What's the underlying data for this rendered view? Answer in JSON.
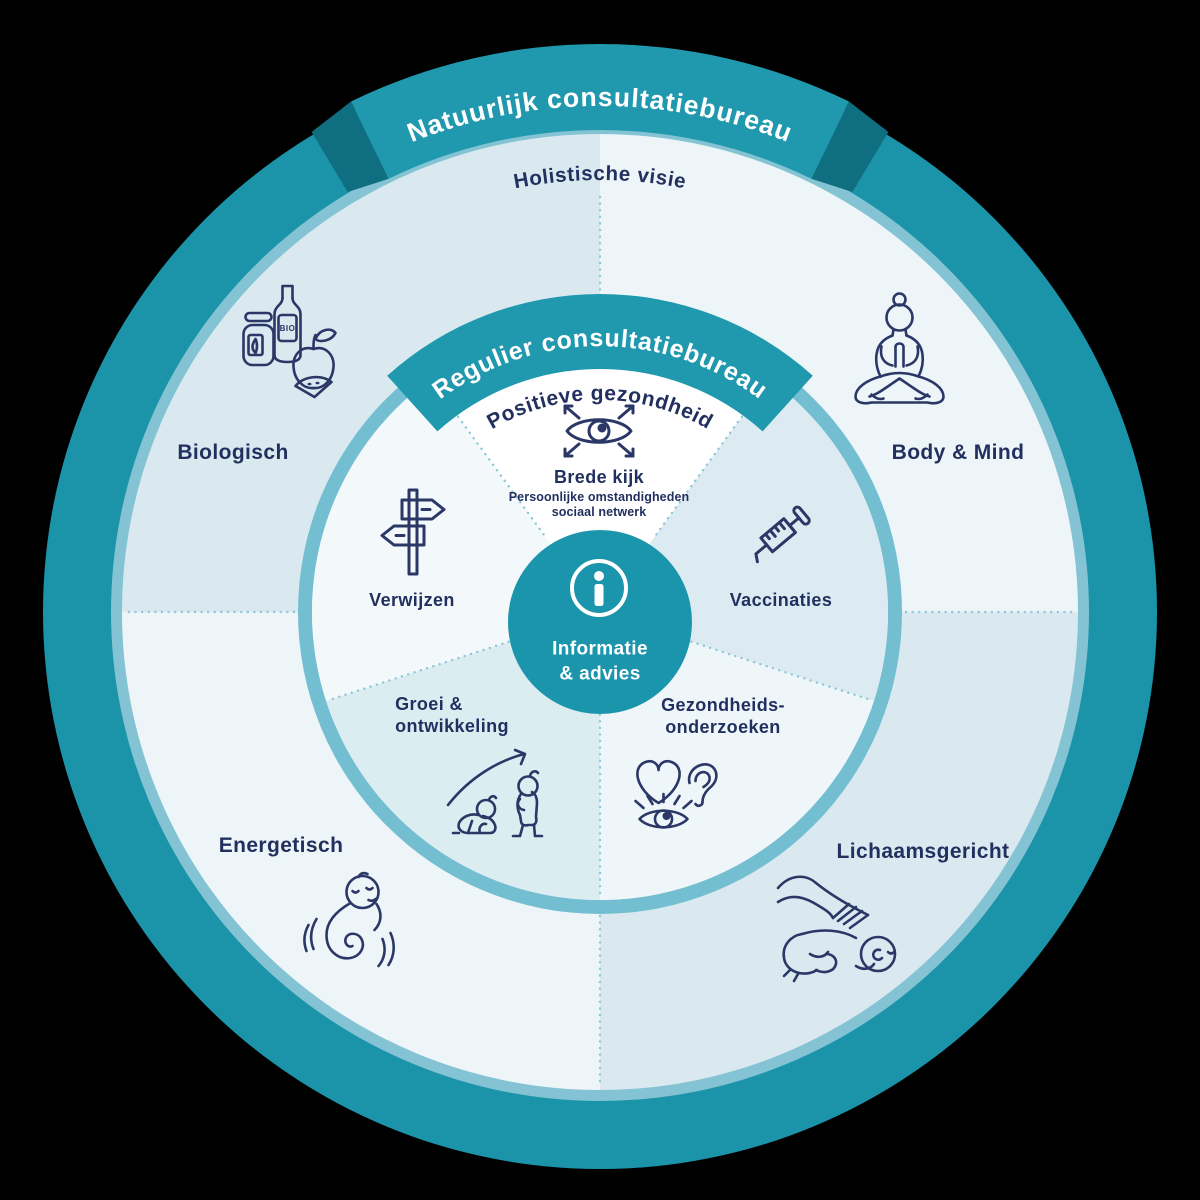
{
  "colors": {
    "teal": "#1b93a9",
    "ribbon_teal": "#2098ae",
    "ribbon_fold": "#0f6f80",
    "ring_light": "#83c3d3",
    "inner_border": "#74bed1",
    "quad_dark": "#d9e9ef",
    "quad_light": "#edf5f8",
    "wedge_white": "#ffffff",
    "wedge_light": "#f3f9fb",
    "wedge_blue": "#dcebf1",
    "navy_text": "#22305f",
    "dots": "#8fc8d8",
    "banner_text": "#ffffff"
  },
  "outer_ring": {
    "banner": "Natuurlijk consultatiebureau",
    "subtitle": "Holistische visie",
    "sections": [
      {
        "label": "Biologisch",
        "icon": "organic-products-icon"
      },
      {
        "label": "Body & Mind",
        "icon": "meditation-icon"
      },
      {
        "label": "Energetisch",
        "icon": "energy-spiral-baby-icon"
      },
      {
        "label": "Lichaamsgericht",
        "icon": "baby-massage-icon"
      }
    ]
  },
  "inner_ring": {
    "banner": "Regulier consultatiebureau",
    "subtitle": "Positieve gezondheid",
    "wedges": [
      {
        "label": "Brede kijk",
        "sublabel": "Persoonlijke omstandigheden\nsociaal netwerk",
        "icon": "broad-view-eye-icon"
      },
      {
        "label": "Vaccinaties",
        "icon": "syringe-icon"
      },
      {
        "label": "Gezondheids-\nonderzoeken",
        "icon": "heart-ear-eye-icon"
      },
      {
        "label": "Groei &\nontwikkeling",
        "icon": "growing-babies-icon"
      },
      {
        "label": "Verwijzen",
        "icon": "signpost-icon"
      }
    ]
  },
  "center": {
    "label": "Informatie\n& advies",
    "icon": "info-icon"
  },
  "icons": {
    "bio_label": "BIO"
  }
}
